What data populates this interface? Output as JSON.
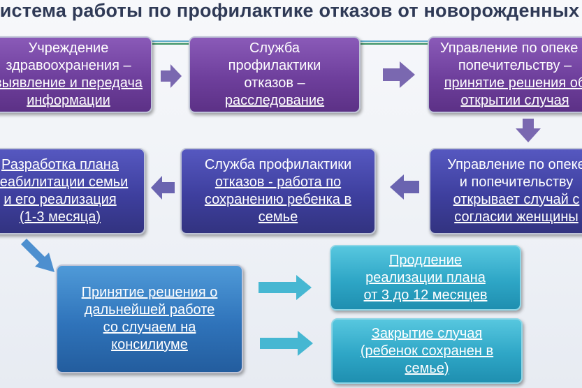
{
  "title": "Система работы по профилактике отказов от новорожденных",
  "boxes": {
    "b1": [
      "Учреждение",
      "здравоохранения –",
      "выявление и передача",
      "информации"
    ],
    "b2": [
      "Служба",
      "профилактики",
      "отказов –",
      "расследование"
    ],
    "b3": [
      "Управление по опеке и",
      "попечительству –",
      "принятие решения об",
      "открытии случая"
    ],
    "b4": [
      "Управление по опеке",
      "и попечительству",
      "открывает случай с",
      "согласии женщины"
    ],
    "b5": [
      "Служба профилактики",
      "отказов - работа по",
      "сохранению ребенка в",
      "семье"
    ],
    "b6": [
      "Разработка плана",
      "реабилитации семьи",
      "и его реализация",
      "(1-3 месяца)"
    ],
    "b7": [
      "Принятие решения о",
      "дальнейшей работе",
      "со случаем на",
      "консилиуме"
    ],
    "b8": [
      "Продление",
      "реализации плана",
      "от 3 до 12 месяцев"
    ],
    "b9": [
      "Закрытие случая",
      "(ребенок сохранен в",
      "семье)"
    ]
  },
  "colors": {
    "title": "#2f3a56",
    "purple": "#6e3f9c",
    "indigo": "#3e3f9e",
    "blue": "#2f73ba",
    "teal": "#2ea6c6",
    "arrow_purple": "#7a68b0",
    "arrow_blue": "#4d8fcf",
    "arrow_teal": "#46b7d2"
  }
}
